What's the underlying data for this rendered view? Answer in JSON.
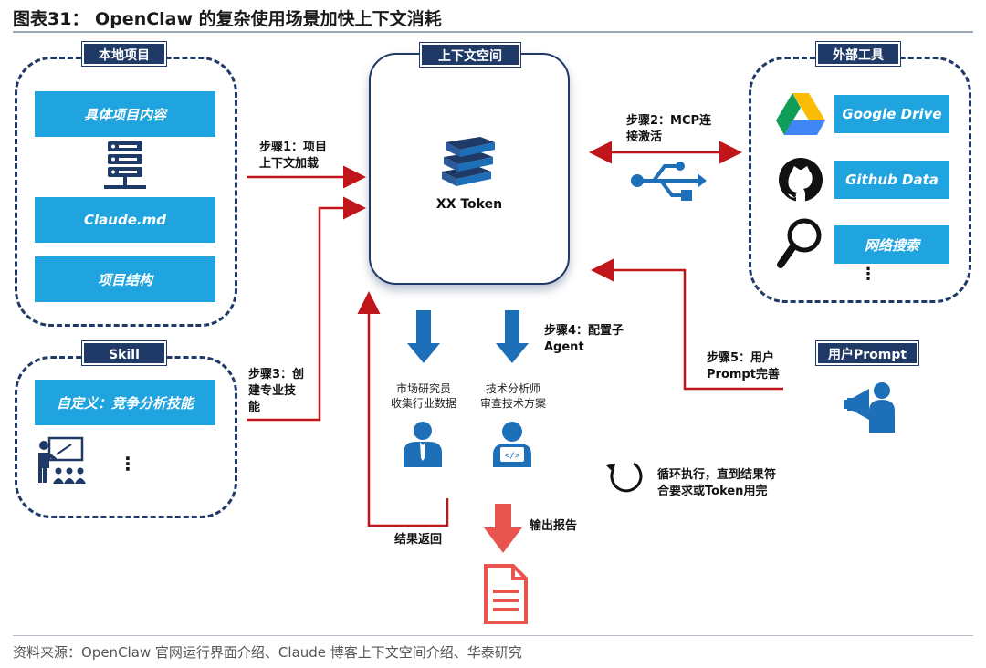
{
  "title": "图表31： OpenClaw 的复杂使用场景加快上下文消耗",
  "source": "资料来源：OpenClaw 官网运行界面介绍、Claude 博客上下文空间介绍、华泰研究",
  "local_project": {
    "tag": "本地项目",
    "items": [
      "具体项目内容",
      "Claude.md",
      "项目结构"
    ]
  },
  "skill": {
    "tag": "Skill",
    "item": "自定义：竞争分析技能",
    "ellipsis": "⋮"
  },
  "context_space": {
    "tag": "上下文空间",
    "token_label": "XX Token"
  },
  "external_tools": {
    "tag": "外部工具",
    "items": [
      "Google Drive",
      "Github Data",
      "网络搜索"
    ],
    "ellipsis": "⋮"
  },
  "user_prompt": {
    "tag": "用户Prompt"
  },
  "steps": {
    "step1": [
      "步骤1：项目",
      "上下文加载"
    ],
    "step2": [
      "步骤2：MCP连",
      "接激活"
    ],
    "step3": [
      "步骤3：创",
      "建专业技",
      "能"
    ],
    "step4": [
      "步骤4：配置子",
      "Agent"
    ],
    "step5": [
      "步骤5：用户",
      "Prompt完善"
    ]
  },
  "agents": {
    "market": [
      "市场研究员",
      "收集行业数据"
    ],
    "tech": [
      "技术分析师",
      "审查技术方案"
    ]
  },
  "loop_text": [
    "循环执行，直到结果符",
    "合要求或Token用完"
  ],
  "output_report": "输出报告",
  "result_return": "结果返回",
  "colors": {
    "navy": "#1f3a66",
    "blue": "#1fa4e0",
    "red": "#c0161b",
    "agent_blue": "#1d6fb8",
    "report_red": "#e8554e"
  }
}
